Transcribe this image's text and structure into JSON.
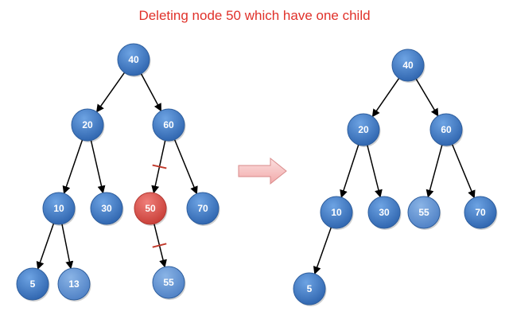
{
  "title": "Deleting node 50 which have one child",
  "colors": {
    "node": "#3f78c4",
    "node_light": "#5f8fd0",
    "node_deleted": "#d9534f",
    "edge": "#000000",
    "cut_mark": "#c0392b",
    "arrow_fill": "#f7c6c6",
    "arrow_stroke": "#d98a8a",
    "title": "#e0312a"
  },
  "before_tree": {
    "nodes": [
      {
        "id": "b40",
        "label": "40",
        "style": "normal"
      },
      {
        "id": "b20",
        "label": "20",
        "style": "normal"
      },
      {
        "id": "b60",
        "label": "60",
        "style": "normal"
      },
      {
        "id": "b10",
        "label": "10",
        "style": "normal"
      },
      {
        "id": "b30",
        "label": "30",
        "style": "normal"
      },
      {
        "id": "b50",
        "label": "50",
        "style": "deleted"
      },
      {
        "id": "b70",
        "label": "70",
        "style": "normal"
      },
      {
        "id": "b5",
        "label": "5",
        "style": "normal"
      },
      {
        "id": "b13",
        "label": "13",
        "style": "light"
      },
      {
        "id": "b55",
        "label": "55",
        "style": "light"
      }
    ],
    "edges": [
      [
        "b40",
        "b20"
      ],
      [
        "b40",
        "b60"
      ],
      [
        "b20",
        "b10"
      ],
      [
        "b20",
        "b30"
      ],
      [
        "b60",
        "b50"
      ],
      [
        "b60",
        "b70"
      ],
      [
        "b10",
        "b5"
      ],
      [
        "b10",
        "b13"
      ],
      [
        "b50",
        "b55"
      ]
    ],
    "cut_edges": [
      [
        "b60",
        "b50"
      ],
      [
        "b50",
        "b55"
      ]
    ]
  },
  "after_tree": {
    "nodes": [
      {
        "id": "a40",
        "label": "40",
        "style": "normal"
      },
      {
        "id": "a20",
        "label": "20",
        "style": "normal"
      },
      {
        "id": "a60",
        "label": "60",
        "style": "normal"
      },
      {
        "id": "a10",
        "label": "10",
        "style": "normal"
      },
      {
        "id": "a30",
        "label": "30",
        "style": "normal"
      },
      {
        "id": "a55",
        "label": "55",
        "style": "light"
      },
      {
        "id": "a70",
        "label": "70",
        "style": "normal"
      },
      {
        "id": "a5",
        "label": "5",
        "style": "normal"
      }
    ],
    "edges": [
      [
        "a40",
        "a20"
      ],
      [
        "a40",
        "a60"
      ],
      [
        "a20",
        "a10"
      ],
      [
        "a20",
        "a30"
      ],
      [
        "a60",
        "a55"
      ],
      [
        "a60",
        "a70"
      ],
      [
        "a10",
        "a5"
      ]
    ]
  }
}
